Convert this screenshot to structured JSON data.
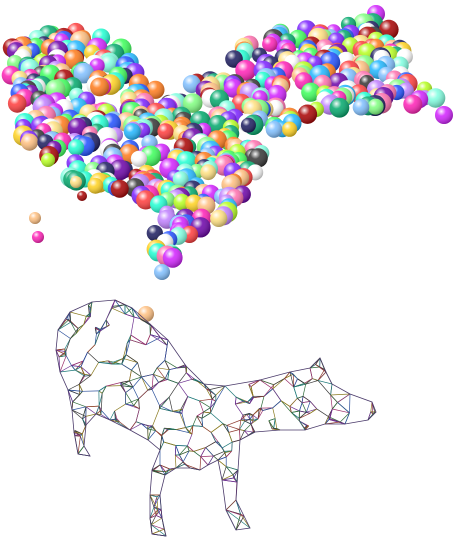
{
  "scene": {
    "background": "#ffffff",
    "top_object": {
      "kind": "sphere cloud",
      "shape": "animal silhouette"
    },
    "bottom_object": {
      "kind": "wireframe mesh",
      "shape": "animal silhouette"
    },
    "palette": [
      "#ff3b3b",
      "#ff7a1a",
      "#ffd21f",
      "#b6ff1f",
      "#3bff5a",
      "#1fffd2",
      "#1fb6ff",
      "#1f4fff",
      "#7a1fff",
      "#d21fff",
      "#ff1fb6",
      "#ff6fae",
      "#7fff7f",
      "#7fbfff",
      "#ffbf7f",
      "#bf7fff",
      "#00a86b",
      "#a80000",
      "#6b00a8",
      "#1a1a5e",
      "#333333",
      "#ffffff",
      "#ffe07f",
      "#7fffe0"
    ]
  }
}
